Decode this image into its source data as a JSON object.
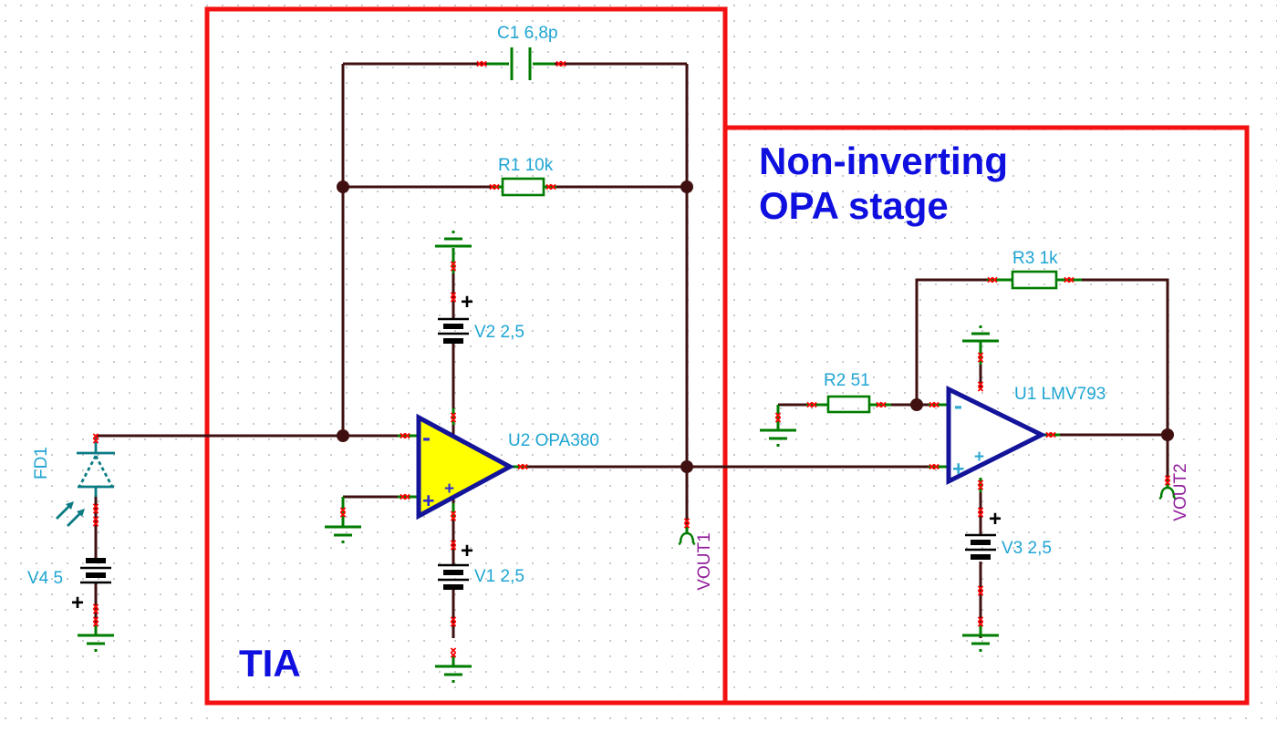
{
  "app": {
    "type": "circuit-schematic-canvas",
    "grid": "dotted"
  },
  "colors": {
    "background": "#ffffff",
    "grid_dot": "#c9c9c9",
    "wire": "#401010",
    "component_green": "#007c00",
    "photodiode_teal": "#0b7b84",
    "opamp_border_navy": "#14149a",
    "opamp_fill_u2": "#ffff00",
    "opamp_fill_u1": "#ffffff",
    "region_box_red": "#f31111",
    "pin_cross_red": "#ff0000",
    "label_cyan": "#1ea5d3",
    "net_label_purple": "#93209f",
    "heading_blue": "#0f0fe0"
  },
  "regions": {
    "tia": {
      "label": "TIA"
    },
    "non_inverting": {
      "line1": "Non-inverting",
      "line2": "OPA stage"
    }
  },
  "components": {
    "c1": {
      "label": "C1 6,8p"
    },
    "r1": {
      "label": "R1 10k"
    },
    "r2": {
      "label": "R2 51"
    },
    "r3": {
      "label": "R3 1k"
    },
    "v1": {
      "label": "V1 2,5",
      "polarity": "+"
    },
    "v2": {
      "label": "V2 2,5",
      "polarity": "+"
    },
    "v3": {
      "label": "V3 2,5",
      "polarity": "+"
    },
    "v4": {
      "label": "V4 5",
      "polarity": "+"
    },
    "u2": {
      "label": "U2 OPA380",
      "inverting_input": "-",
      "noninverting_input": "+",
      "supply_plus": "+"
    },
    "u1": {
      "label": "U1 LMV793",
      "inverting_input": "-",
      "noninverting_input": "+",
      "supply_plus": "+"
    },
    "fd1": {
      "label": "FD1"
    }
  },
  "nets": {
    "vout1": {
      "label": "VOUT1"
    },
    "vout2": {
      "label": "VOUT2"
    }
  }
}
